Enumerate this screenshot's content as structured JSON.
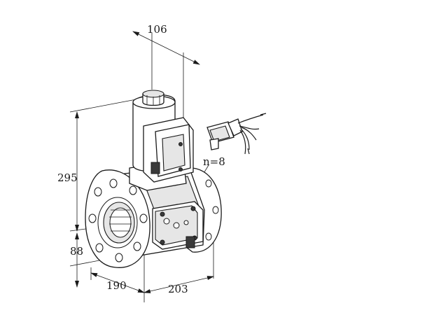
{
  "dimensions": {
    "top_width": "106",
    "height": "295",
    "axis_height": "88",
    "flange_depth": "190",
    "length": "203"
  },
  "annotations": {
    "bolt_holes": "n=8"
  }
}
